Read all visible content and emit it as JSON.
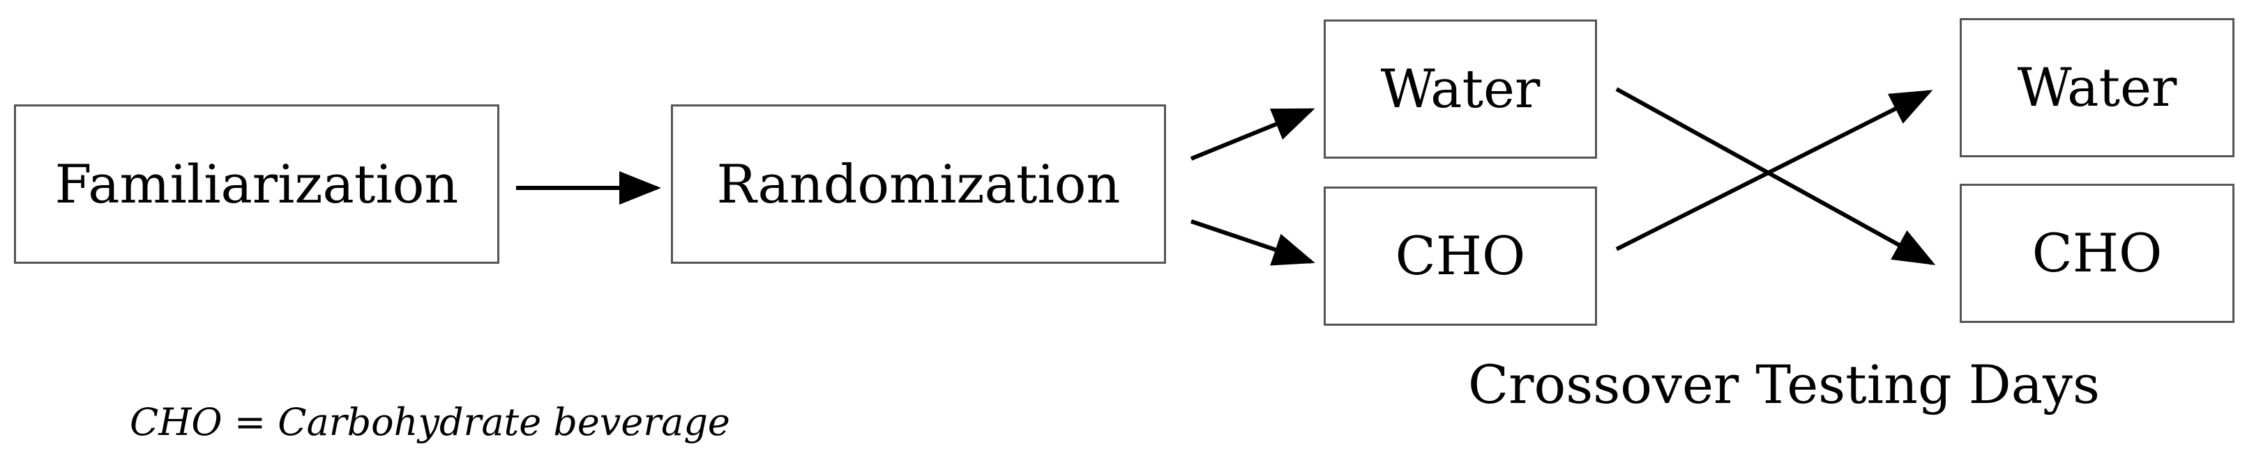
{
  "diagram": {
    "boxes": {
      "familiarization": "Familiarization",
      "randomization": "Randomization",
      "day1_water": "Water",
      "day1_cho": "CHO",
      "day2_water": "Water",
      "day2_cho": "CHO"
    },
    "caption": "Crossover Testing Days",
    "footnote": "CHO = Carbohydrate beverage"
  }
}
